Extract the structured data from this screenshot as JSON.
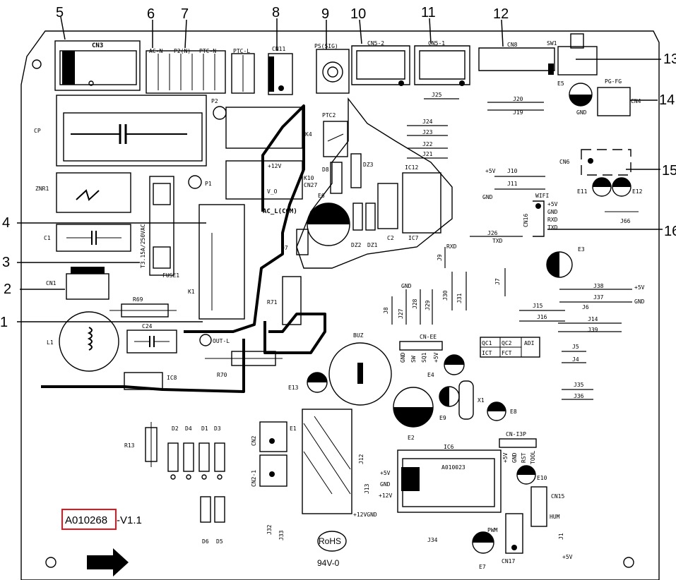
{
  "callouts": [
    "1",
    "2",
    "3",
    "4",
    "5",
    "6",
    "7",
    "8",
    "9",
    "10",
    "11",
    "12",
    "13",
    "14",
    "15",
    "16"
  ],
  "marking": {
    "part_code": "A010268",
    "version": "-V1.1",
    "rohs": "RoHS",
    "rating": "94V-0",
    "fuse_rating": "T3.15A/250VAC"
  },
  "connectors": {
    "CN3": "CN3",
    "AC_N": "AC-N",
    "P2N": "P2(N)",
    "PTC_N": "PTC-N",
    "PTC_L": "PTC-L",
    "CN11": "CN11",
    "PS_SIG": "PS(SIG)",
    "CN5_2": "CN5-2",
    "CN5_1": "CN5-1",
    "CN8": "CN8",
    "SW1": "SW1",
    "PG_FG": "PG-FG",
    "CN4": "CN4",
    "CN6": "CN6",
    "CN16": "CN16",
    "CN1": "CN1",
    "CN_EE": "CN-EE",
    "CN_I3P": "CN-I3P",
    "CN15": "CN15",
    "CN17": "CN17",
    "CN2": "CN2",
    "CN2_1": "CN2-1"
  },
  "components": {
    "CP": "CP",
    "P2": "P2",
    "P1": "P1",
    "ZNR1": "ZNR1",
    "C1": "C1",
    "FUSE1": "FUSE1",
    "K4": "K4",
    "K10": "K10",
    "CN27": "CN27",
    "K1": "K1",
    "PTC2": "PTC2",
    "D8": "D8",
    "DZ3": "DZ3",
    "E6": "E6",
    "IC12": "IC12",
    "IC7": "IC7",
    "C2": "C2",
    "DZ2": "DZ2",
    "DZ1": "DZ1",
    "D7": "D7",
    "R71": "R71",
    "R69": "R69",
    "C24": "C24",
    "L1": "L1",
    "OUT_L": "OUT-L",
    "IC8": "IC8",
    "R70": "R70",
    "BUZ": "BUZ",
    "E13": "E13",
    "E1": "E1",
    "E2": "E2",
    "E4": "E4",
    "E9": "E9",
    "X1": "X1",
    "E8": "E8",
    "E3": "E3",
    "E5": "E5",
    "E11": "E11",
    "E12": "E12",
    "IC6": "IC6",
    "A010023": "A010023",
    "E10": "E10",
    "E7": "E7",
    "R13": "R13",
    "D2": "D2",
    "D4": "D4",
    "D1": "D1",
    "D3": "D3",
    "D6": "D6",
    "D5": "D5",
    "QC1": "QC1",
    "QC2": "QC2",
    "ADI": "ADI",
    "ICT": "ICT",
    "FCT": "FCT",
    "AC_L_COM": "AC_L(COM)"
  },
  "jumpers": {
    "J25": "J25",
    "J20": "J20",
    "J19": "J19",
    "J24": "J24",
    "J23": "J23",
    "J22": "J22",
    "J21": "J21",
    "J10": "J10",
    "J11": "J11",
    "J26": "J26",
    "J9": "J9",
    "J7": "J7",
    "J8": "J8",
    "J27": "J27",
    "J28": "J28",
    "J29": "J29",
    "J30": "J30",
    "J31": "J31",
    "J38": "J38",
    "J37": "J37",
    "J6": "J6",
    "J15": "J15",
    "J16": "J16",
    "J14": "J14",
    "J39": "J39",
    "J5": "J5",
    "J4": "J4",
    "J35": "J35",
    "J36": "J36",
    "J66": "J66",
    "J12": "J12",
    "J13": "J13",
    "J32": "J32",
    "J33": "J33",
    "J34": "J34",
    "J1": "J1"
  },
  "net_labels": {
    "plus5v": "+5V",
    "gnd": "GND",
    "plus12v": "+12V",
    "rxd": "RXD",
    "txd": "TXD",
    "wifi": "WIFI",
    "v_o": "V_O",
    "sw": "SW",
    "sq1": "SQ1",
    "rst": "RST",
    "tool": "TOOL",
    "hum": "HUM",
    "pwm": "PWM",
    "plus12vgnd": "+12VGND"
  }
}
